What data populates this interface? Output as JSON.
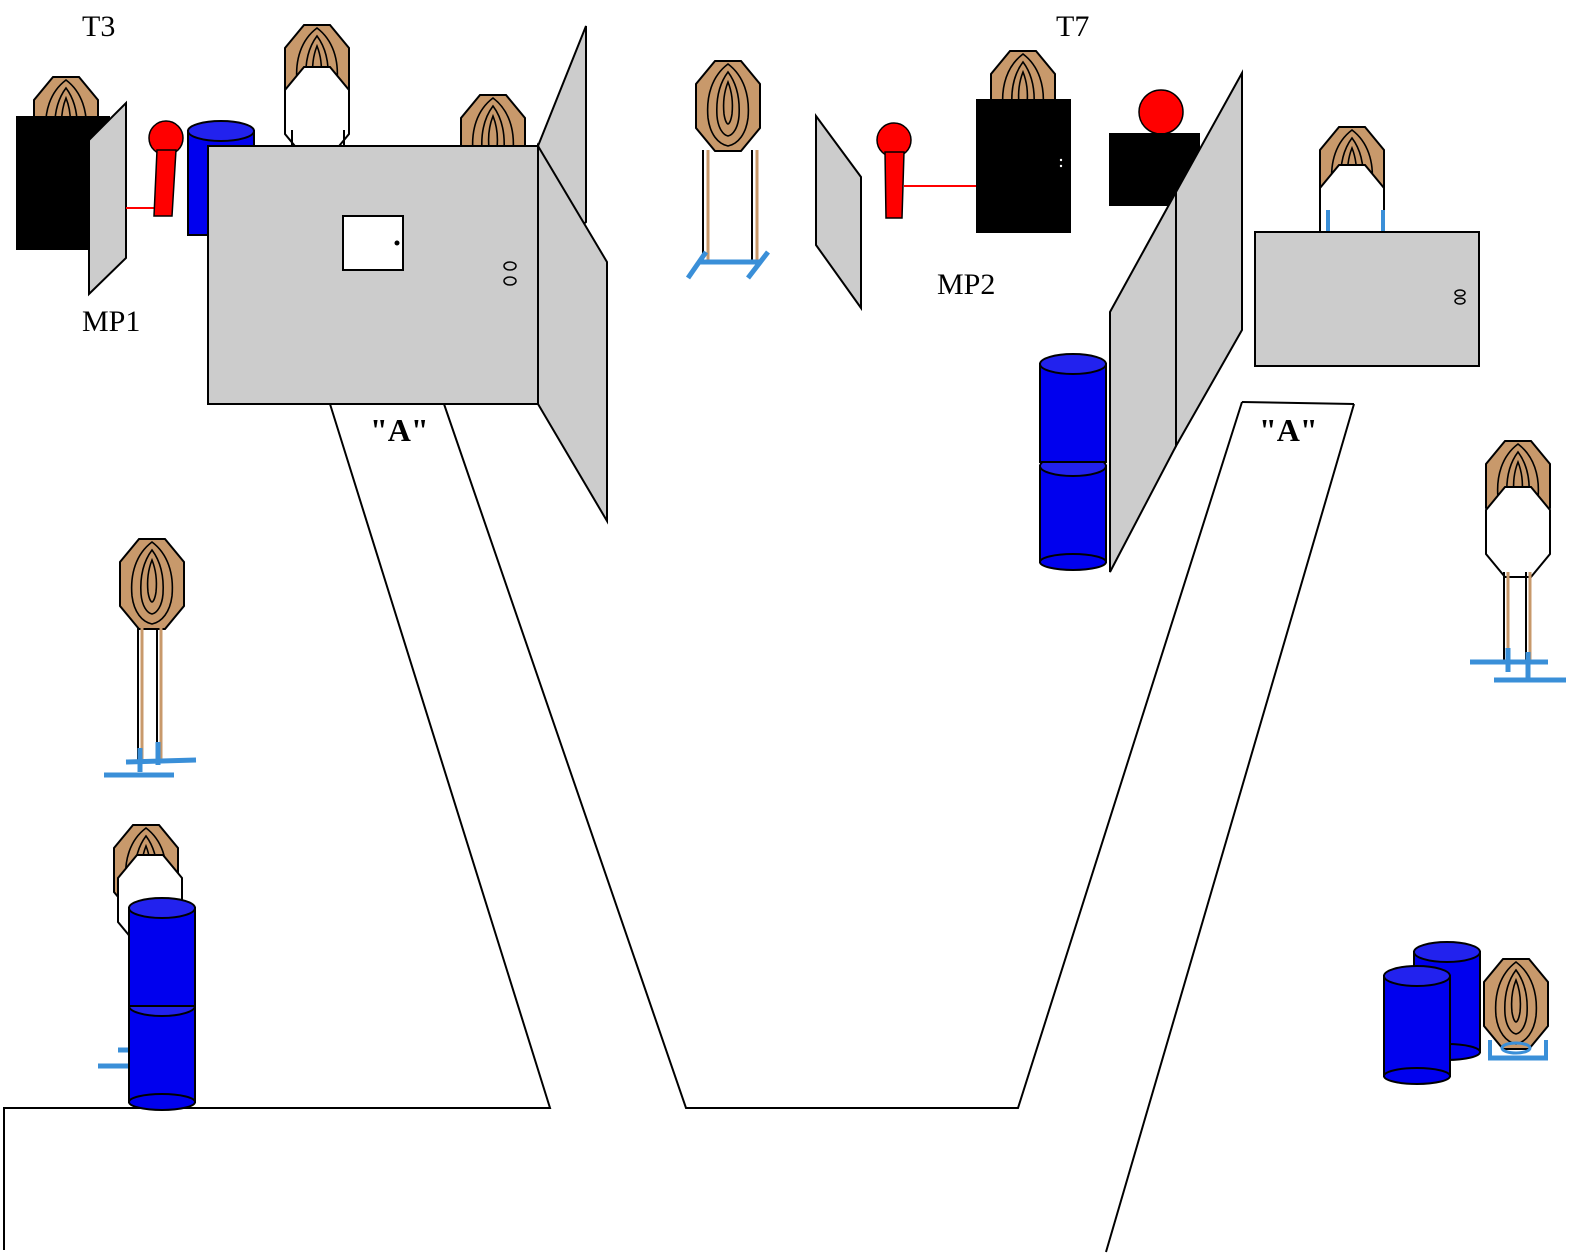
{
  "labels": {
    "t3": "T3",
    "t7": "T7",
    "mp1": "MP1",
    "mp2": "MP2",
    "position_a_left": "\"A\"",
    "position_a_right": "\"A\""
  },
  "colors": {
    "background": "#ffffff",
    "wall": "#cccccc",
    "barrel": "#0000ee",
    "target_tan": "#c8996b",
    "no_shoot": "#ffffff",
    "steel_popper": "#ff0000",
    "hard_cover": "#000000",
    "stand": "#3a8fd8",
    "outline": "#000000"
  },
  "icons": {
    "paper_target": "paper-target-icon",
    "no_shoot": "no-shoot-target-icon",
    "steel_popper": "popper-icon",
    "barrel": "barrel-icon",
    "door": "door-icon"
  }
}
